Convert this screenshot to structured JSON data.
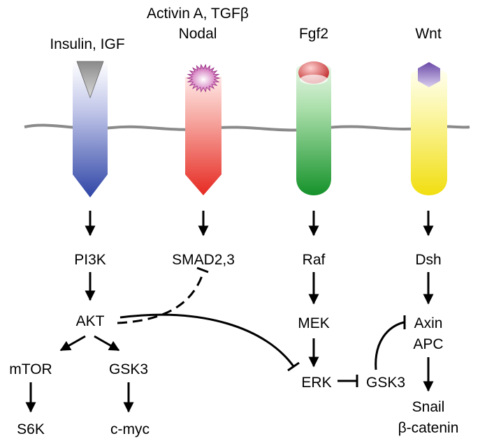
{
  "ligands": {
    "insulin": "Insulin, IGF",
    "activin_line1": "Activin A, TGFβ",
    "activin_line2": "Nodal",
    "fgf2": "Fgf2",
    "wnt": "Wnt"
  },
  "nodes": {
    "pi3k": "PI3K",
    "smad": "SMAD2,3",
    "raf": "Raf",
    "dsh": "Dsh",
    "akt": "AKT",
    "mek": "MEK",
    "axin": "Axin",
    "apc": "APC",
    "mtor": "mTOR",
    "gsk3_left": "GSK3",
    "erk": "ERK",
    "gsk3_right": "GSK3",
    "s6k": "S6K",
    "cmyc": "c-myc",
    "snail": "Snail",
    "beta_catenin": "β-catenin"
  },
  "colors": {
    "insulin_receptor": "#3a4fa8",
    "activin_receptor": "#e8302a",
    "fgf_receptor": "#1e9a2c",
    "wnt_receptor": "#f2e21a",
    "membrane": "#8a8a8a",
    "ligand_insulin": "#aaaaaa",
    "ligand_activin": "#c0509e",
    "ligand_fgf": "#c83a3a",
    "ligand_wnt": "#7d5ab0"
  }
}
